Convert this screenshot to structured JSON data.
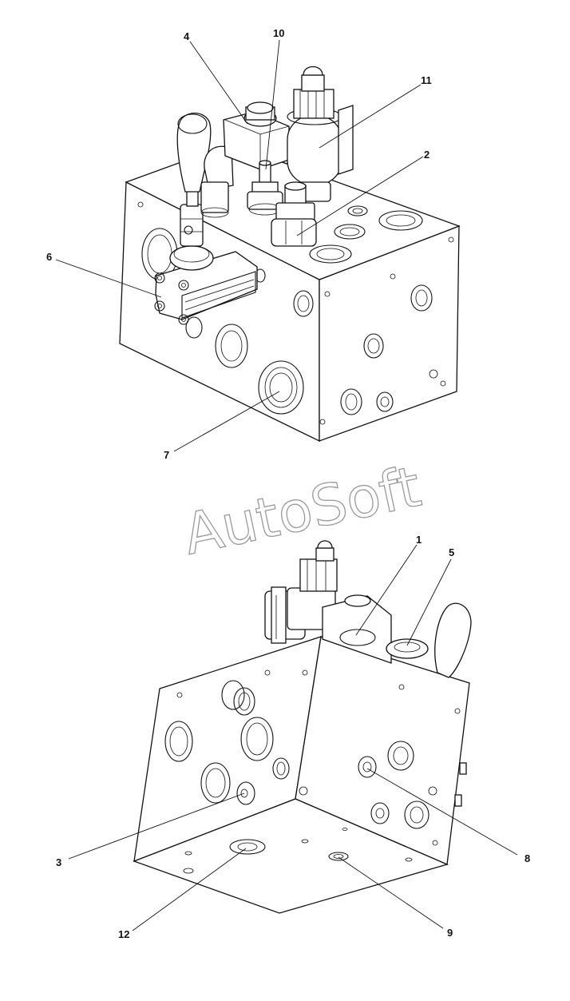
{
  "watermark": "AutoSoft",
  "colors": {
    "line": "#111111",
    "background": "#ffffff",
    "watermark": "#9a9a9a"
  },
  "callouts_top": {
    "c4": "4",
    "c10": "10",
    "c11": "11",
    "c2": "2",
    "c6": "6",
    "c7": "7"
  },
  "callouts_bottom": {
    "c1": "1",
    "c5": "5",
    "c3": "3",
    "c8": "8",
    "c12": "12",
    "c9": "9"
  }
}
